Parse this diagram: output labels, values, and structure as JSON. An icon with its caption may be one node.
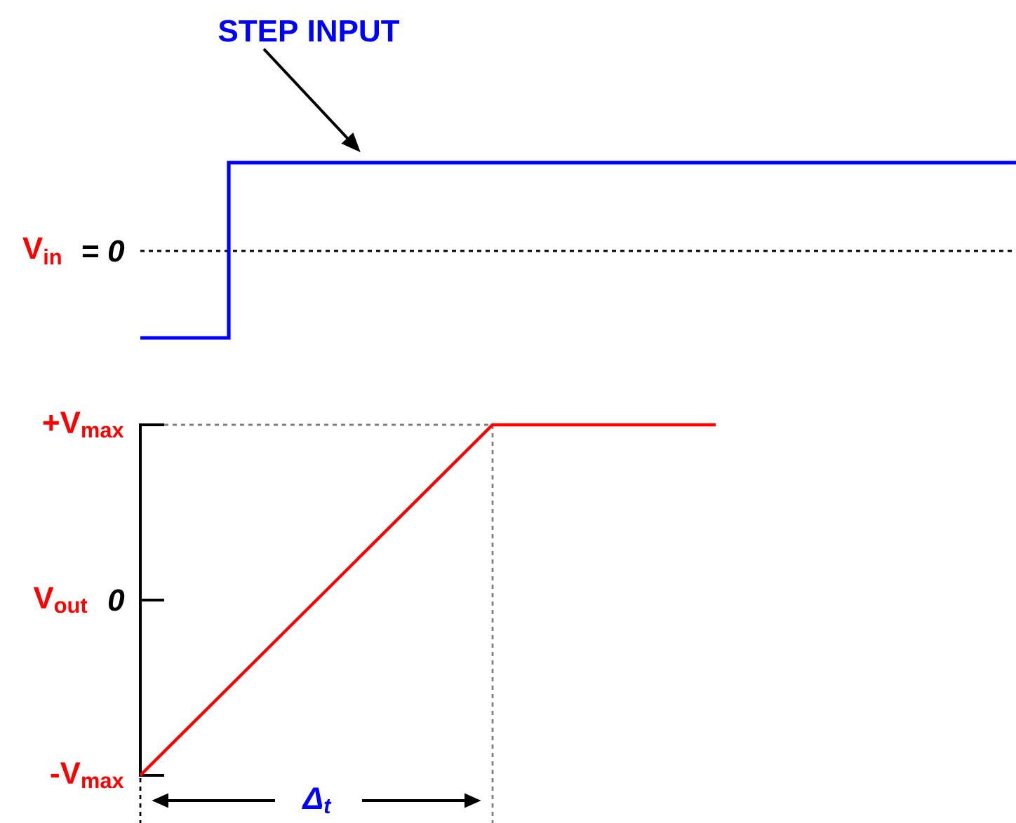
{
  "diagram": {
    "nodes": [
      {
        "text": [
          "STEP INPUT"
        ]
      },
      {
        "text": [],
        "shape": "picture"
      }
    ],
    "edges": [
      {
        "from": 0,
        "to": 1,
        "arrow": "to"
      }
    ],
    "labels": [
      "V$_{in}$",
      "= 0",
      "+V$_{max}$",
      "V$_{out}$",
      "0",
      "-V$_{max}$",
      "Δ$_{t}$"
    ]
  }
}
